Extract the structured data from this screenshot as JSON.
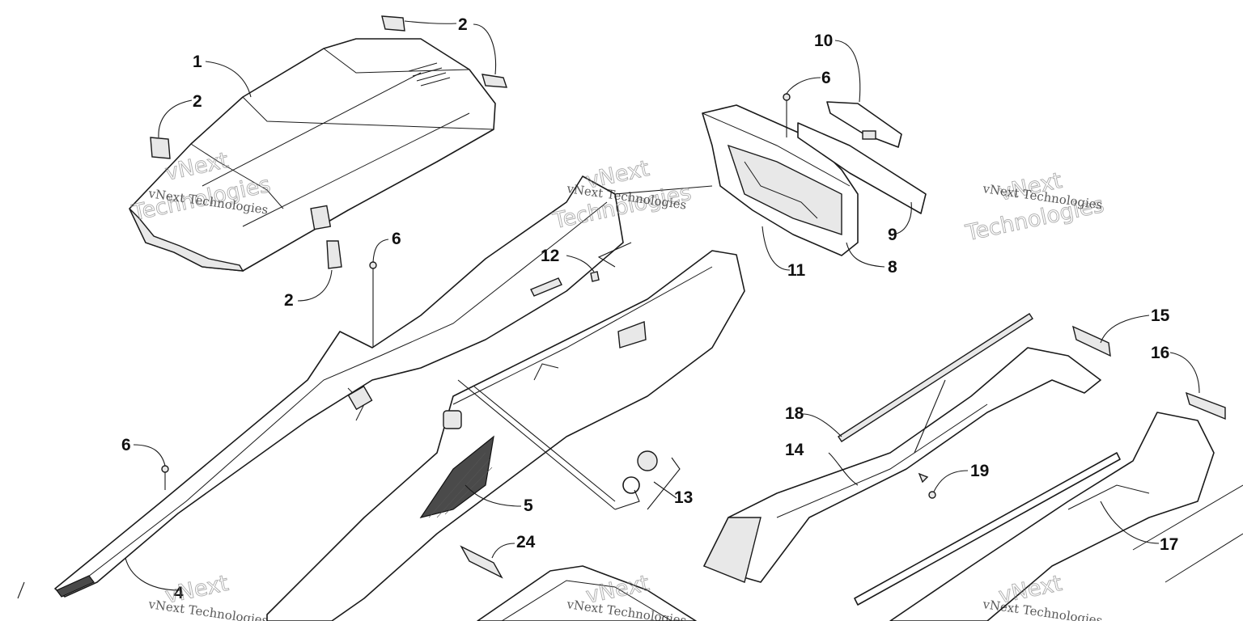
{
  "callouts": [
    {
      "id": "c1",
      "label": "1"
    },
    {
      "id": "c2a",
      "label": "2"
    },
    {
      "id": "c2b",
      "label": "2"
    },
    {
      "id": "c2c",
      "label": "2"
    },
    {
      "id": "c4",
      "label": "4"
    },
    {
      "id": "c5",
      "label": "5"
    },
    {
      "id": "c6a",
      "label": "6"
    },
    {
      "id": "c6b",
      "label": "6"
    },
    {
      "id": "c6c",
      "label": "6"
    },
    {
      "id": "c8",
      "label": "8"
    },
    {
      "id": "c9",
      "label": "9"
    },
    {
      "id": "c10",
      "label": "10"
    },
    {
      "id": "c11",
      "label": "11"
    },
    {
      "id": "c12",
      "label": "12"
    },
    {
      "id": "c13",
      "label": "13"
    },
    {
      "id": "c14",
      "label": "14"
    },
    {
      "id": "c15",
      "label": "15"
    },
    {
      "id": "c16",
      "label": "16"
    },
    {
      "id": "c17",
      "label": "17"
    },
    {
      "id": "c18",
      "label": "18"
    },
    {
      "id": "c19",
      "label": "19"
    },
    {
      "id": "c24",
      "label": "24"
    }
  ],
  "watermark": {
    "company": "vNext Technologies",
    "word1": "vNext",
    "word2": "Technologies"
  },
  "colors": {
    "line": "#1a1a1a",
    "background": "#ffffff",
    "watermark": "#888888"
  }
}
